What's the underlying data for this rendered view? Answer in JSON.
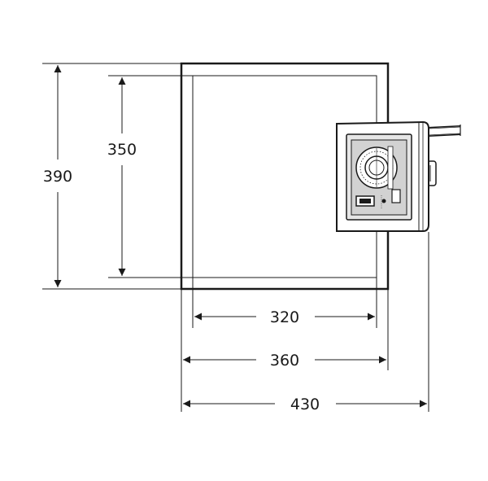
{
  "diagram": {
    "colors": {
      "line": "#1a1a1a",
      "device_body": "#e6e6e6",
      "device_panel": "#d2d2d2",
      "background": "#ffffff"
    },
    "dimensions": {
      "outer_height": "390",
      "inner_height": "350",
      "inner_width": "320",
      "outer_width": "360",
      "total_width": "430"
    },
    "icons": {
      "timer_dial": "timer-dial-icon",
      "power_switch": "power-switch-icon",
      "indicator": "indicator-light-icon",
      "cable": "power-cable-icon"
    }
  }
}
